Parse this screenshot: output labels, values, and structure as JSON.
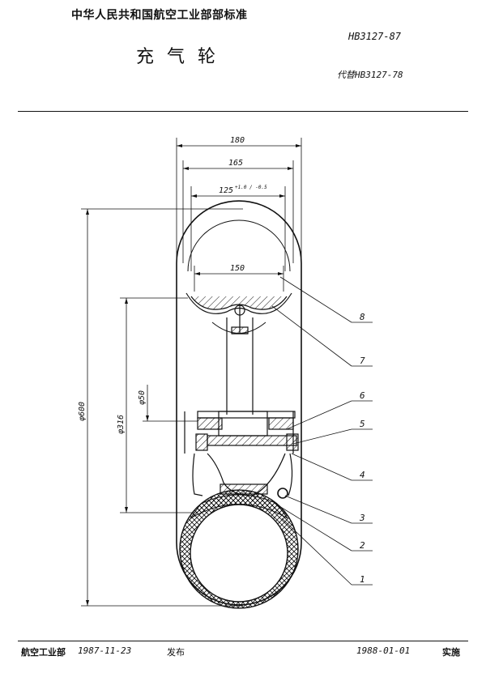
{
  "header": {
    "organization": "中华人民共和国航空工业部部标准",
    "title": "充气轮",
    "standard_code": "HB3127-87",
    "replaces": "代替HB3127-78"
  },
  "drawing": {
    "dimensions": {
      "width_overall": "180",
      "width_inner": "165",
      "width_core": "125",
      "width_core_tol": "+1.0 / -0.5",
      "width_disc": "150",
      "diameter_outer": "φ600",
      "diameter_rim": "φ316",
      "diameter_bore": "φ50"
    },
    "callouts": [
      "8",
      "7",
      "6",
      "5",
      "4",
      "3",
      "2",
      "1"
    ]
  },
  "footer": {
    "organization": "航空工业部",
    "issue_date": "1987-11-23",
    "issue_label": "发布",
    "effective_date": "1988-01-01",
    "effective_label": "实施"
  }
}
